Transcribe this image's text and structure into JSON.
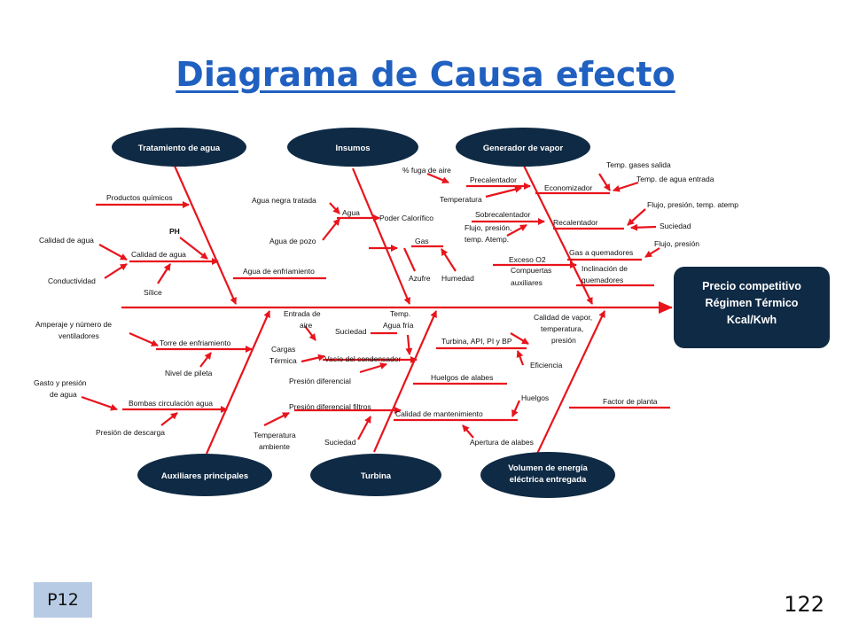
{
  "slide": {
    "title": "Diagrama de Causa efecto",
    "tag": "P12",
    "page_number": "122"
  },
  "colors": {
    "line": "#e8141c",
    "dark": "#0f2a44",
    "title": "#2060c0",
    "tag_bg": "#b8cbe4"
  },
  "categories": {
    "tratamiento": "Tratamiento de agua",
    "insumos": "Insumos",
    "generador": "Generador de vapor",
    "auxiliares": "Auxiliares principales",
    "turbina": "Turbina",
    "volumen": [
      "Volumen de energía",
      "eléctrica entregada"
    ]
  },
  "effect": [
    "Precio competitivo",
    "Régimen Térmico",
    "Kcal/Kwh"
  ],
  "labels": {
    "productos_quimicos": "Productos químicos",
    "ph": "PH",
    "calidad_agua_sub": "Calidad de agua",
    "calidad_agua": "Calidad de agua",
    "conductividad": "Conductividad",
    "silice": "Sílice",
    "agua_negra": "Agua negra tratada",
    "agua": "Agua",
    "agua_pozo": "Agua de pozo",
    "agua_enfriamiento": "Agua de enfriamiento",
    "poder_calorifico": "Poder Calorífico",
    "gas": "Gas",
    "azufre": "Azufre",
    "humedad": "Humedad",
    "fuga_aire": "% fuga de aire",
    "precalentador": "Precalentador",
    "temperatura": "Temperatura",
    "sobrecalentador": "Sobrecalentador",
    "flujo_presion_temp_1": "Flujo, presión,",
    "flujo_presion_temp_2": "temp. Atemp.",
    "exceso_o2": "Exceso O2",
    "compuertas_1": "Compuertas",
    "compuertas_2": "auxiliares",
    "temp_gases": "Temp. gases salida",
    "temp_agua_entrada": "Temp. de agua entrada",
    "economizador": "Economizador",
    "flujo_presion_atemp": "Flujo, presión, temp. atemp",
    "recalentador": "Recalentador",
    "suciedad_gen": "Suciedad",
    "gas_quemadores": "Gas a quemadores",
    "flujo_presion": "Flujo, presión",
    "inclinacion_1": "Inclinación de",
    "inclinacion_2": "quemadores",
    "amperaje_1": "Amperaje y número de",
    "amperaje_2": "ventiladores",
    "torre": "Torre de enfriamiento",
    "nivel_pileta": "Nivel de pileta",
    "gasto_1": "Gasto y presión",
    "gasto_2": "de agua",
    "bombas": "Bombas circulación agua",
    "presion_descarga": "Presión de descarga",
    "entrada_aire_1": "Entrada de",
    "entrada_aire_2": "aire",
    "suciedad_turb": "Suciedad",
    "temp_agua_fria_1": "Temp.",
    "temp_agua_fria_2": "Agua fría",
    "cargas_1": "Cargas",
    "cargas_2": "Térmica",
    "vacio": "Vacío del condensador",
    "turbina_api": "Turbina, API, PI y BP",
    "presion_diferencial": "Presión diferencial",
    "huelgos_alabes": "Huelgos de alabes",
    "presion_filtros": "Presión diferencial filtros",
    "calidad_mantenimiento": "Calidad de mantenimiento",
    "temperatura_ambiente_1": "Temperatura",
    "temperatura_ambiente_2": "ambiente",
    "suciedad_bottom": "Suciedad",
    "calidad_vapor_1": "Calidad de vapor,",
    "calidad_vapor_2": "temperatura,",
    "calidad_vapor_3": "presión",
    "eficiencia": "Eficiencia",
    "huelgos": "Huelgos",
    "apertura_alabes": "Apertura de alabes",
    "factor_planta": "Factor de planta"
  }
}
